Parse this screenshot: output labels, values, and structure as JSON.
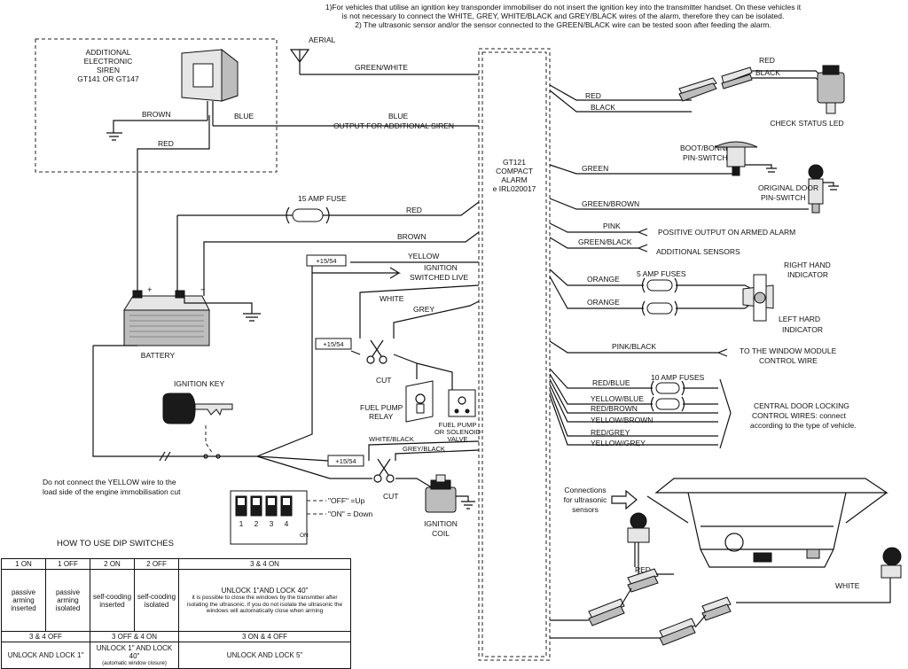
{
  "notes": {
    "line1": "1)For vehicles that utilise an ignition key transponder immobiliser do not insert the ignition key into the transmitter handset. On these vehicles it",
    "line2": "is not necessary to connect the WHITE, GREY, WHITE/BLACK and GREY/BLACK wires of the alarm, therefore they can be isolated.",
    "line3": "2) The ultrasonic sensor and/or the sensor connected to the GREEN/BLACK wire can be tested soon after feeding the alarm."
  },
  "control_unit": {
    "line1": "GT121",
    "line2": "COMPACT",
    "line3": "ALARM",
    "line4": "e IRL020017"
  },
  "siren": {
    "line1": "ADDITIONAL",
    "line2": "ELECTRONIC",
    "line3": "SIREN",
    "line4": "GT141 OR GT147"
  },
  "left_labels": {
    "aerial": "AERIAL",
    "green_white": "GREEN/WHITE",
    "brown_siren": "BROWN",
    "blue_siren": "BLUE",
    "red_siren": "RED",
    "blue_out": "BLUE",
    "blue_out_desc": "OUTPUT FOR ADDITIONAL SIREN",
    "fuse15": "15 AMP FUSE",
    "red": "RED",
    "brown": "BROWN",
    "plus1554_a": "+15/54",
    "yellow": "YELLOW",
    "ign_live1": "IGNITION",
    "ign_live2": "SWITCHED LIVE",
    "white": "WHITE",
    "grey": "GREY",
    "plus1554_b": "+15/54",
    "cut_a": "CUT",
    "battery": "BATTERY",
    "plus_sign": "+",
    "minus_sign": "−",
    "ignition_key": "IGNITION KEY",
    "fuel_relay1": "FUEL PUMP",
    "fuel_relay2": "RELAY",
    "fuel_valve1": "FUEL PUMP",
    "fuel_valve2": "OR SOLENOID",
    "fuel_valve3": "VALVE",
    "white_black": "WHITE/BLACK",
    "grey_black": "GREY/BLACK",
    "plus1554_c": "+15/54",
    "cut_b": "CUT",
    "ign_coil1": "IGNITION",
    "ign_coil2": "COIL",
    "yellow_warn1": "Do not connect the YELLOW wire to the",
    "yellow_warn2": "load side of the engine immobilisation cut",
    "off_up": "\"OFF\" =Up",
    "on_down": "\"ON\" = Down",
    "dip_nums": [
      "1",
      "2",
      "3",
      "4"
    ],
    "dip_on": "ON"
  },
  "right_labels": {
    "red_top": "RED",
    "black_top": "BLACK",
    "red_led": "RED",
    "black_led": "BLACK",
    "check_led": "CHECK STATUS LED",
    "boot1": "BOOT/BONNET",
    "boot2": "PIN-SWITCH",
    "green": "GREEN",
    "door1": "ORIGINAL DOOR",
    "door2": "PIN-SWITCH",
    "green_brown": "GREEN/BROWN",
    "pink": "PINK",
    "pink_desc": "POSITIVE OUTPUT ON ARMED ALARM",
    "green_black": "GREEN/BLACK",
    "green_black_desc": "ADDITIONAL SENSORS",
    "orange1": "ORANGE",
    "fuses5": "5 AMP FUSES",
    "orange2": "ORANGE",
    "right_ind1": "RIGHT HAND",
    "right_ind2": "INDICATOR",
    "left_ind1": "LEFT HARD",
    "left_ind2": "INDICATOR",
    "pink_black": "PINK/BLACK",
    "window1": "TO THE WINDOW MODULE",
    "window2": "CONTROL WIRE",
    "red_blue": "RED/BLUE",
    "fuses10": "10 AMP FUSES",
    "yellow_blue": "YELLOW/BLUE",
    "red_brown": "RED/BROWN",
    "yellow_brown": "YELLOW/BROWN",
    "red_grey": "RED/GREY",
    "yellow_grey": "YELLOW/GREY",
    "cdl1": "CENTRAL DOOR LOCKING",
    "cdl2": "CONTROL WIRES: connect",
    "cdl3": "according to the type of vehicle.",
    "us1": "Connections",
    "us2": "for ultrasonic",
    "us3": "sensors",
    "red_us": "RED",
    "white_us": "WHITE"
  },
  "dip": {
    "heading": "HOW TO USE DIP SWITCHES",
    "head": [
      "1 ON",
      "1 OFF",
      "2 ON",
      "2 OFF",
      "3 & 4 ON"
    ],
    "row": [
      "passive\narming\ninserted",
      "passive\narming\nisolated",
      "self-cooding\ninserted",
      "self-cooding\nisolated"
    ],
    "unlock_title": "UNLOCK 1\"AND LOCK 40\"",
    "unlock_note": "it is possible to close the windows by the transmitter after isolating the ultrasonic. if you do not isolate the ultrasonic the windows will automatically close when arming",
    "head2": [
      "3 & 4 OFF",
      "3 OFF & 4 ON",
      "3 ON & 4 OFF"
    ],
    "row2": [
      "UNLOCK AND LOCK 1\"",
      "UNLOCK 1\" AND LOCK 40\"",
      "(automatic window closure)",
      "UNLOCK AND LOCK 5\""
    ]
  }
}
